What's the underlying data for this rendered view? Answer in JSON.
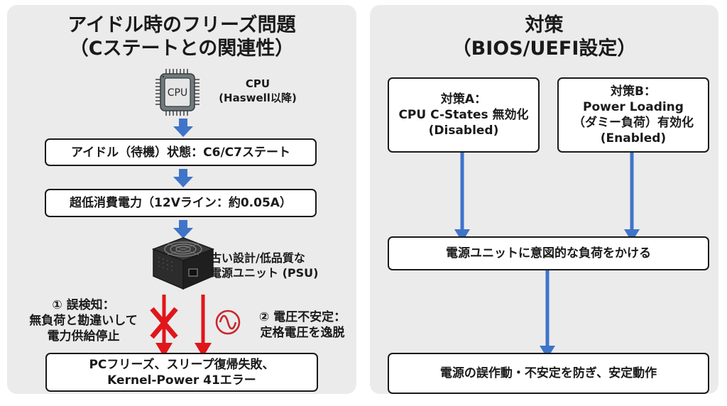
{
  "left_panel": {
    "title_line1": "アイドル時のフリーズ問題",
    "title_line2": "（Cステートとの関連性）",
    "cpu": {
      "chip_text": "CPU",
      "label_line1": "CPU",
      "label_line2": "(Haswell以降)"
    },
    "step_idle": "アイドル（待機）状態：C6/C7ステート",
    "step_power": "超低消費電力（12Vライン：約0.05A）",
    "psu": {
      "label_line1": "古い設計/低品質な",
      "label_line2": "電源ユニット (PSU)"
    },
    "cause1": {
      "line1": "① 誤検知：",
      "line2": "無負荷と勘違いして",
      "line3": "電力供給停止"
    },
    "cause2": {
      "line1": "② 電圧不安定：",
      "line2": "定格電圧を逸脱"
    },
    "result_line1": "PCフリーズ、スリープ復帰失敗、",
    "result_line2": "Kernel-Power 41エラー"
  },
  "right_panel": {
    "title_line1": "対策",
    "title_line2": "（BIOS/UEFI設定）",
    "option_a": {
      "line1": "対策A：",
      "line2": "CPU C-States 無効化",
      "line3": "(Disabled)"
    },
    "option_b": {
      "line1": "対策B：",
      "line2": "Power Loading",
      "line3": "（ダミー負荷）有効化",
      "line4": "(Enabled)"
    },
    "step_load": "電源ユニットに意図的な負荷をかける",
    "result": "電源の誤作動・不安定を防ぎ、安定動作"
  },
  "colors": {
    "panel_bg": "#ebebeb",
    "flow_arrow": "#3f74c9",
    "error_arrow": "#e0161b",
    "wave_icon": "#c8282c",
    "box_border": "#1a1a1a"
  }
}
